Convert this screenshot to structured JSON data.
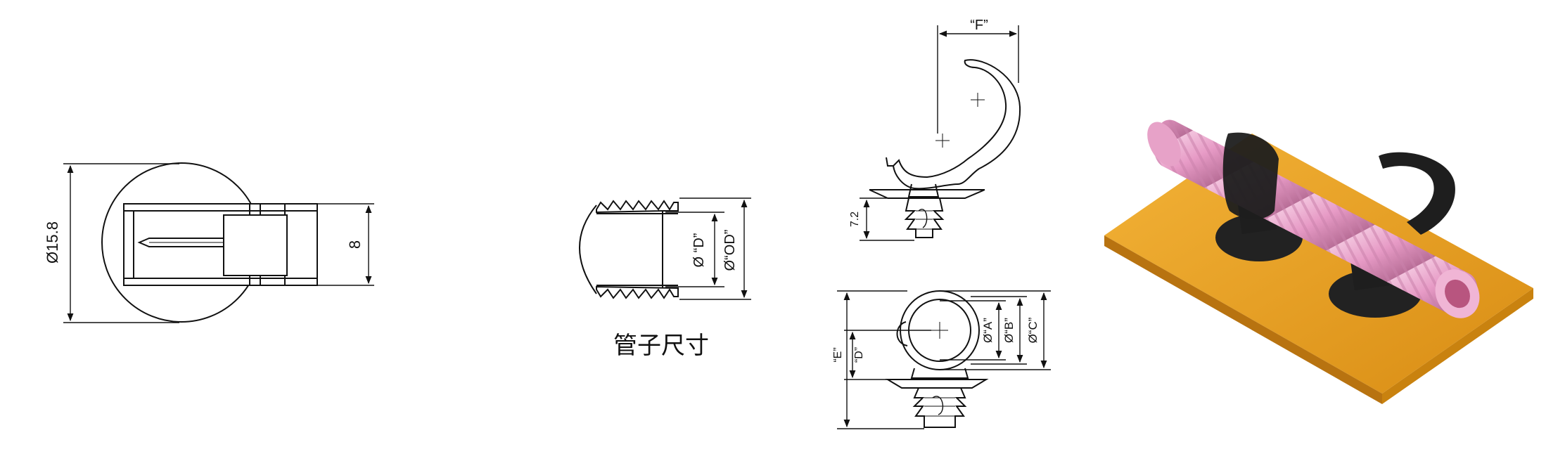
{
  "side_view": {
    "diameter_label": "Ø15.8",
    "height_label": "8"
  },
  "tube_detail": {
    "inner_label": "Ø “D”",
    "outer_label": "Ø“OD”",
    "caption": "管子尺寸"
  },
  "clip_top_view": {
    "f_label": "“F”",
    "height_label": "7.2"
  },
  "clip_front_view": {
    "a_label": "Ø“A”",
    "b_label": "Ø“B”",
    "c_label": "Ø“C”",
    "d_label": "“D”",
    "e_label": "“E”"
  },
  "render_colors": {
    "plate": "#e8a020",
    "tube": "#e79bc6",
    "clip": "#1e1e1e"
  }
}
